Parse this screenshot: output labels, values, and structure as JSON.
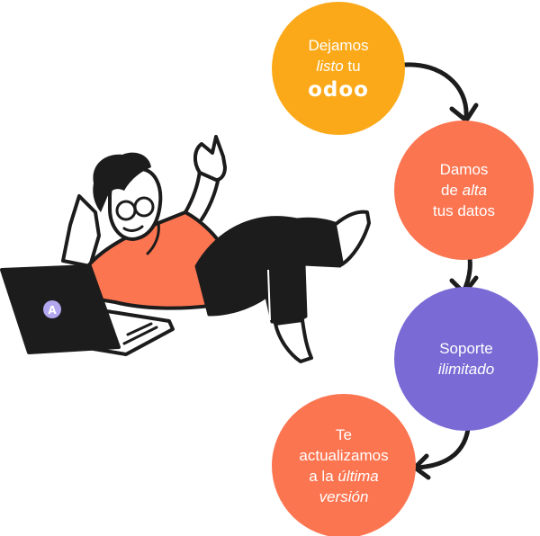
{
  "colors": {
    "yellow": "#fba919",
    "orange": "#fc7551",
    "purple": "#7a6ad5",
    "ink": "#1c1c1c",
    "white": "#ffffff"
  },
  "steps": [
    {
      "lines": [
        [
          "Dejamos"
        ],
        [
          "",
          "listo",
          " tu"
        ]
      ],
      "brand": "odoo"
    },
    {
      "lines": [
        [
          "Damos"
        ],
        [
          "de ",
          "alta"
        ],
        [
          "tus datos"
        ]
      ]
    },
    {
      "lines": [
        [
          "Soporte"
        ],
        [
          "",
          "ilimitado"
        ]
      ]
    },
    {
      "lines": [
        [
          "Te"
        ],
        [
          "actualizamos"
        ],
        [
          "a la ",
          "última"
        ],
        [
          "",
          "versión"
        ]
      ]
    }
  ],
  "illustration": {
    "subject": "person-reclining-with-laptop",
    "laptop_logo": "A"
  },
  "icons": {
    "arrow": "curved-arrow-icon"
  }
}
